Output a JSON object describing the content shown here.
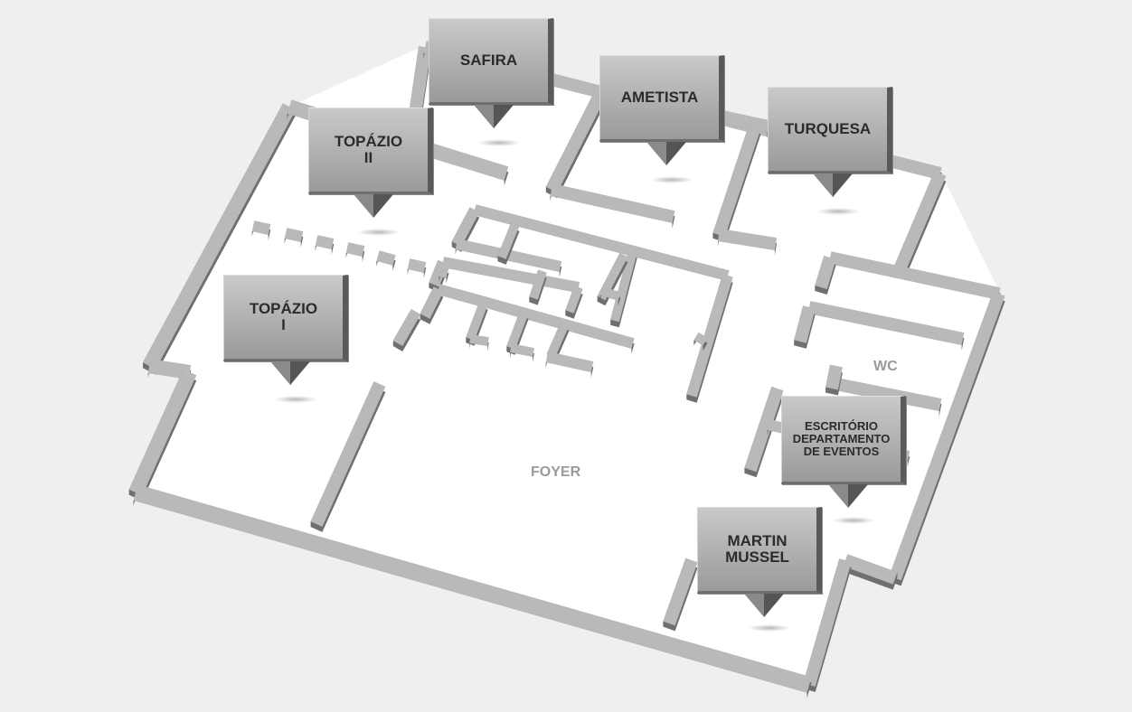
{
  "colors": {
    "background": "#efefef",
    "floor": "#ffffff",
    "wall_top": "#b9b9b9",
    "wall_side": "#6f6f6f",
    "pin_face": "#b4b4b4",
    "label_text": "#2b2b2b",
    "area_text": "#9a9a9a"
  },
  "rooms": [
    {
      "id": "safira",
      "label": "SAFIRA",
      "icon": "map-marker-icon"
    },
    {
      "id": "ametista",
      "label": "AMETISTA",
      "icon": "map-marker-icon"
    },
    {
      "id": "turquesa",
      "label": "TURQUESA",
      "icon": "map-marker-icon"
    },
    {
      "id": "topazio-ii",
      "label": "TOPÁZIO\nII",
      "icon": "map-marker-icon"
    },
    {
      "id": "topazio-i",
      "label": "TOPÁZIO\nI",
      "icon": "map-marker-icon"
    },
    {
      "id": "escritorio",
      "label": "ESCRITÓRIO\nDEPARTAMENTO\nDE EVENTOS",
      "icon": "map-marker-icon"
    },
    {
      "id": "martin-mussel",
      "label": "MARTIN\nMUSSEL",
      "icon": "map-marker-icon"
    }
  ],
  "areas": {
    "foyer": "FOYER",
    "wc": "WC"
  }
}
